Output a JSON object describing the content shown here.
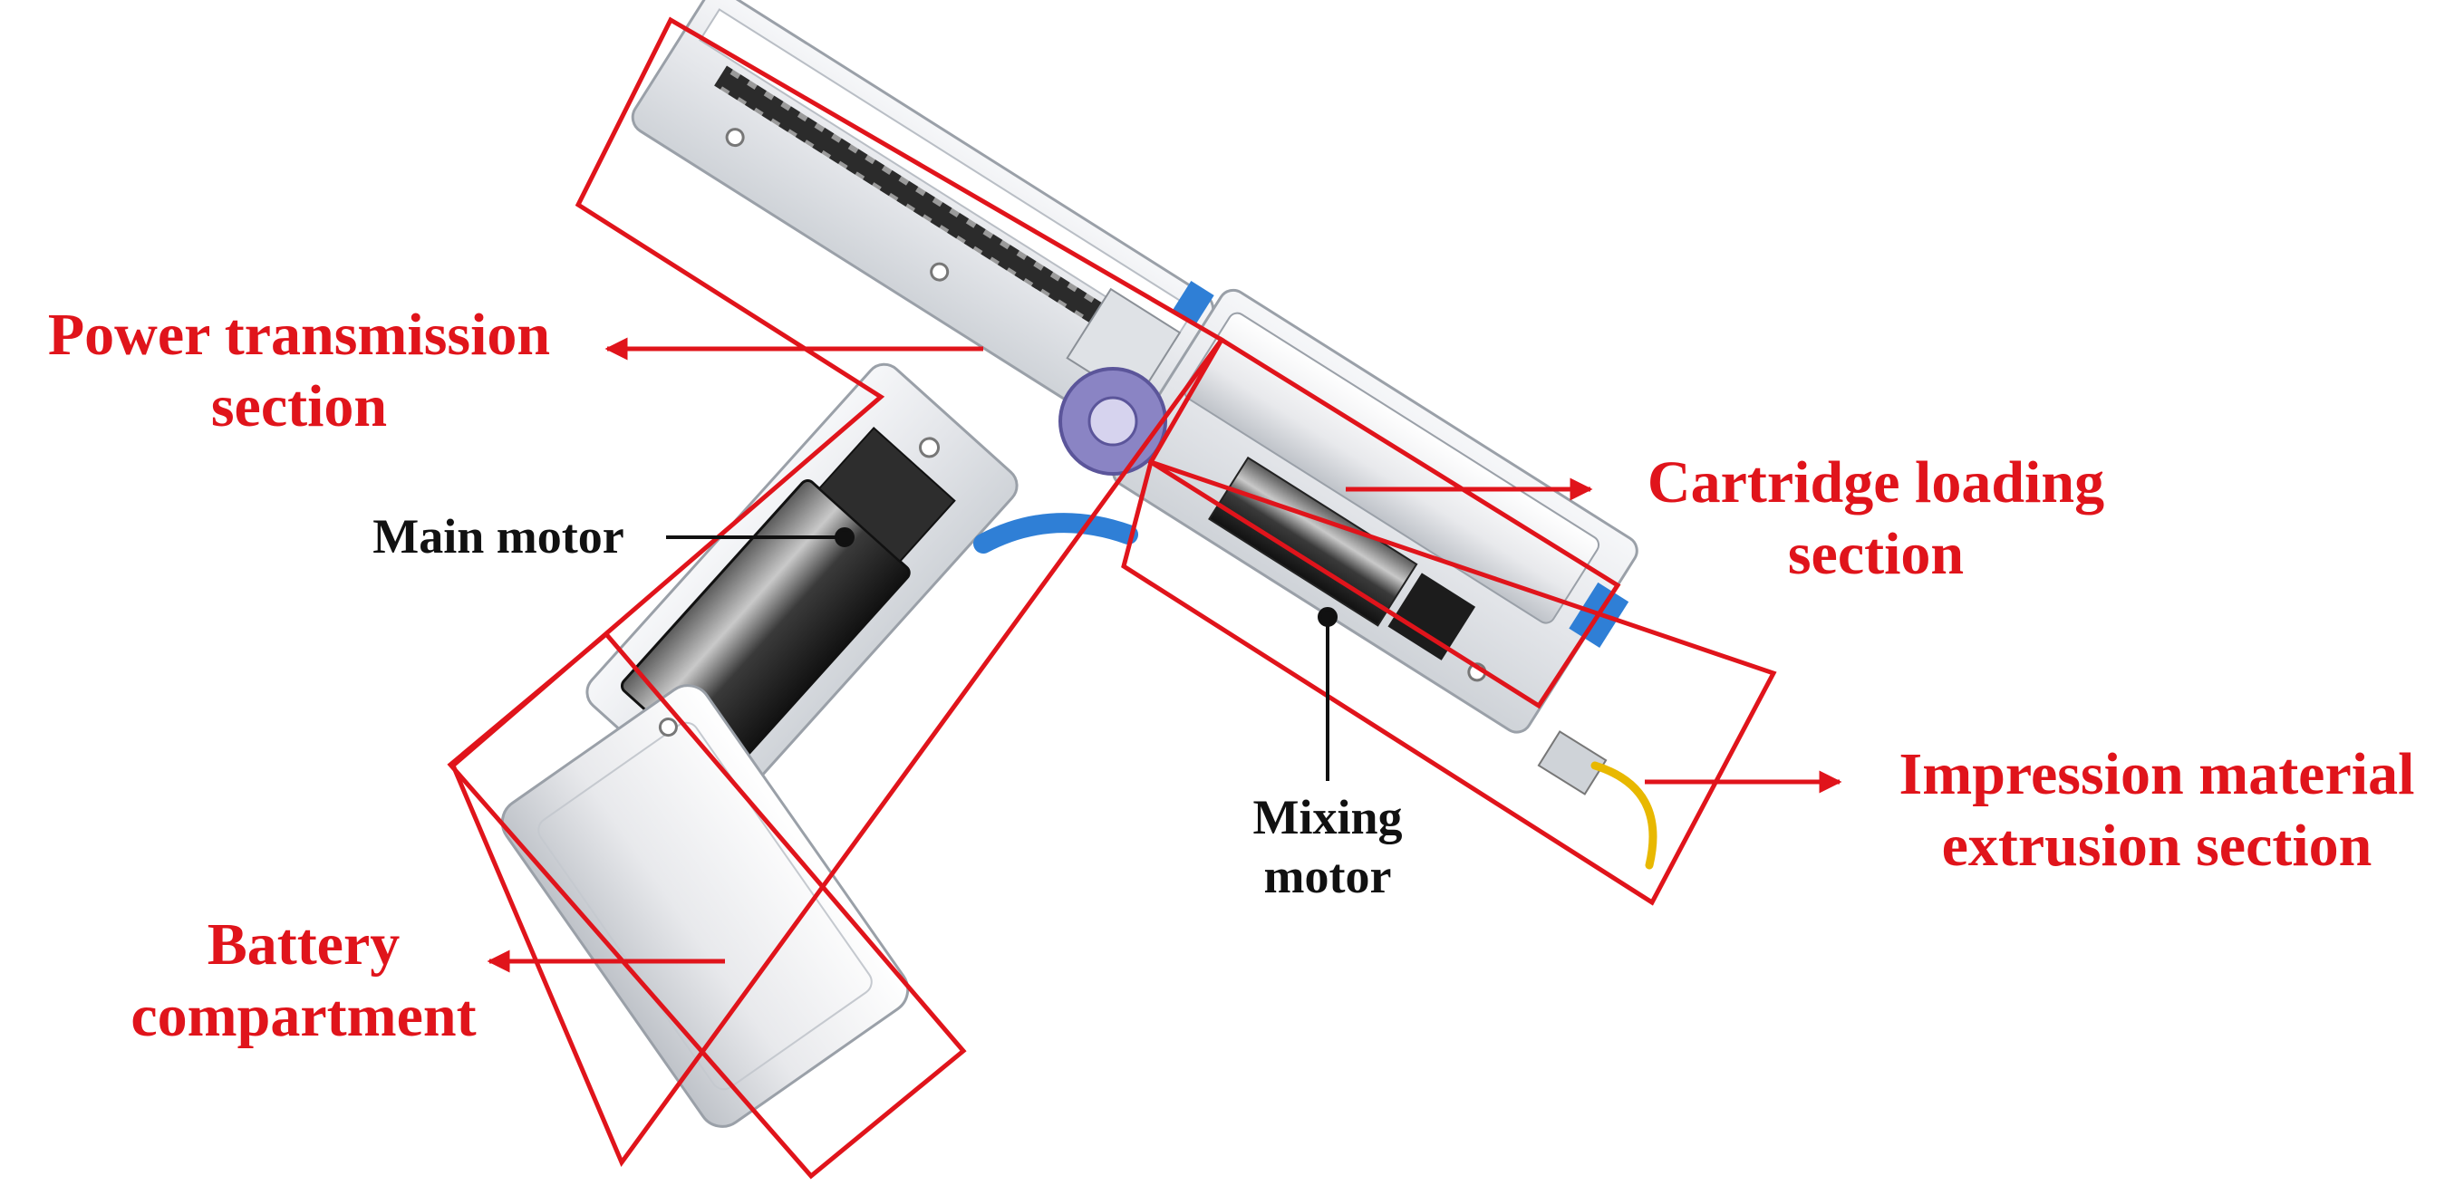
{
  "labels": {
    "power_transmission": [
      "Power transmission",
      "section"
    ],
    "cartridge_loading": [
      "Cartridge loading",
      "section"
    ],
    "impression_extrusion": [
      "Impression material",
      "extrusion section"
    ],
    "battery": [
      "Battery",
      "compartment"
    ],
    "main_motor": "Main motor",
    "mixing_motor": [
      "Mixing",
      "motor"
    ]
  },
  "colors": {
    "callout_red": "#e0141b",
    "motor_label": "#111111",
    "housing": "#e9ebee",
    "motor_metal": "#2a2a2a",
    "accent_blue": "#2f7fd6",
    "gear_purple": "#8a84c4",
    "cable_yellow": "#e8b800"
  }
}
